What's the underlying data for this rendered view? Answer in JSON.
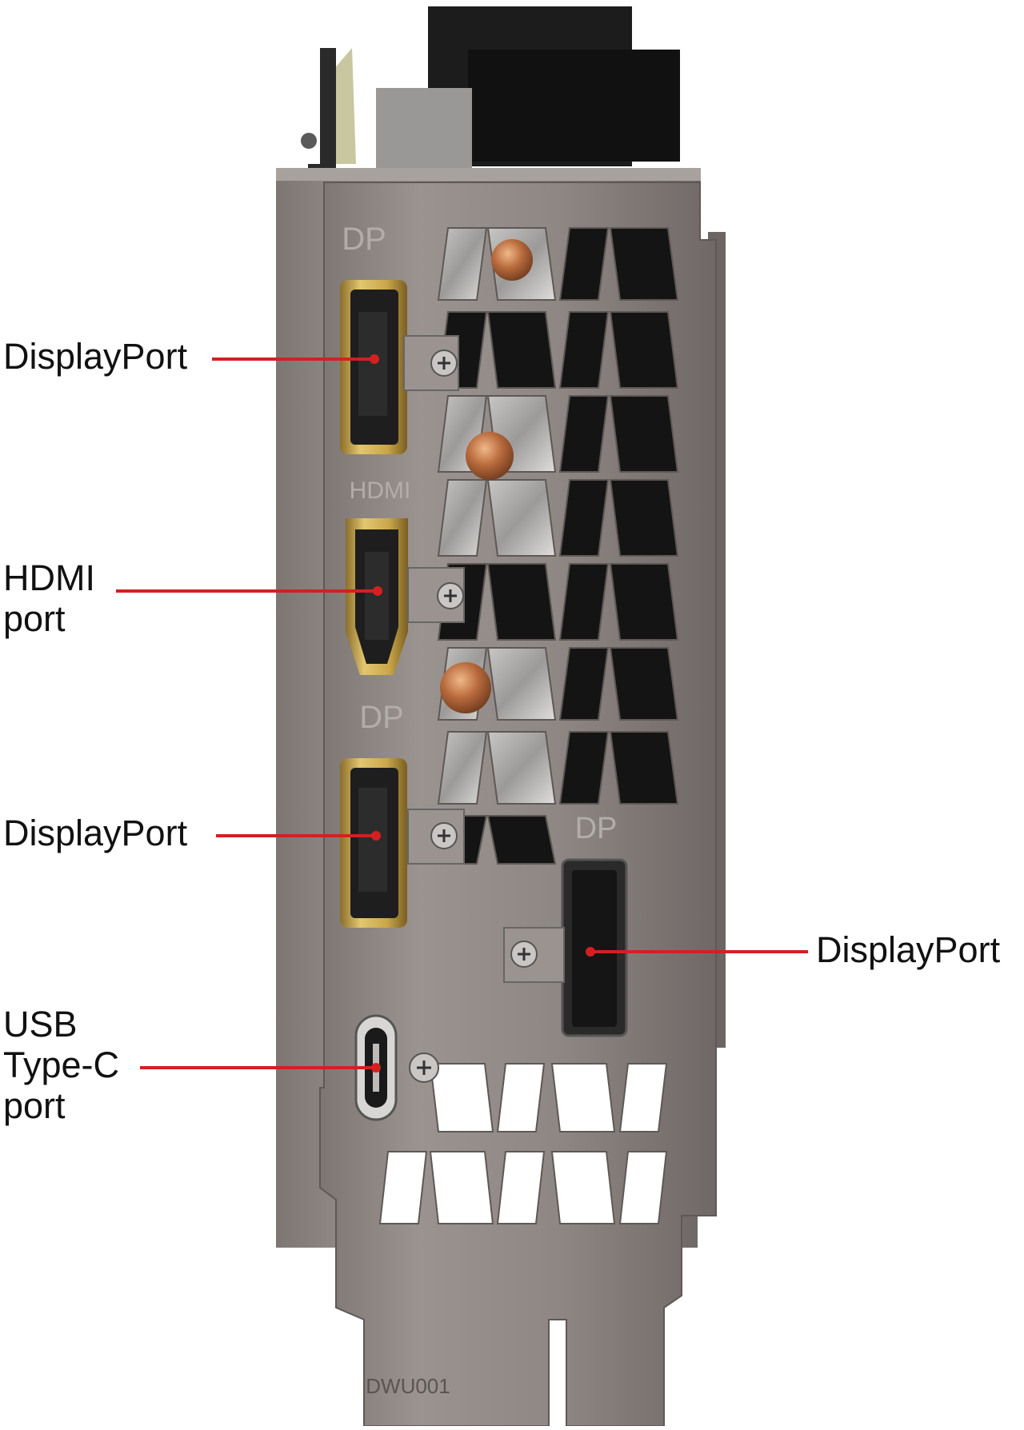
{
  "bracket_markings": {
    "dp_top": "DP",
    "hdmi": "HDMI",
    "dp_middle": "DP",
    "dp_right": "DP",
    "tail_code": "DWU001"
  },
  "callouts": [
    {
      "id": "displayport-1",
      "label": "DisplayPort"
    },
    {
      "id": "hdmi-port",
      "label": "HDMI\nport"
    },
    {
      "id": "displayport-2",
      "label": "DisplayPort"
    },
    {
      "id": "usb-type-c-port",
      "label": "USB\nType-C\nport"
    },
    {
      "id": "displayport-3",
      "label": "DisplayPort"
    }
  ],
  "colors": {
    "leader_line": "#d42020",
    "bracket_steel": "#8a8380",
    "gold_port": "#c9a64a",
    "copper_pipe": "#b86a3c"
  }
}
